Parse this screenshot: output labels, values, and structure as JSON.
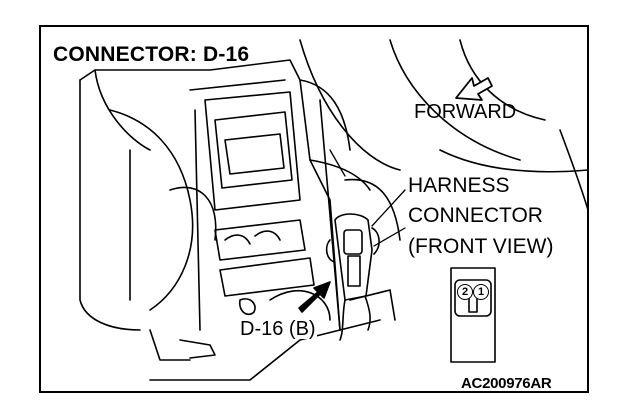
{
  "diagram": {
    "title": "CONNECTOR: D-16",
    "direction_label": "FORWARD",
    "harness_label": {
      "line1": "HARNESS",
      "line2": "CONNECTOR",
      "line3": "(FRONT VIEW)"
    },
    "callout_label": "D-16 (B)",
    "pins": [
      "2",
      "1"
    ],
    "figure_code": "AC200976AR"
  }
}
